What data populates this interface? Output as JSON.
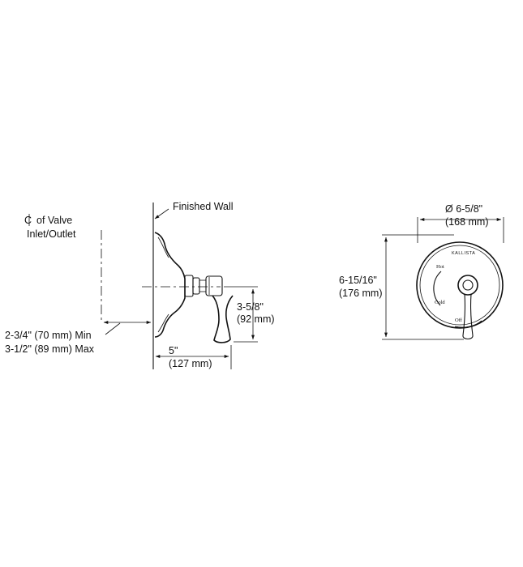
{
  "side_view": {
    "finished_wall": "Finished Wall",
    "cl_symbol": "C",
    "valve_line1": "of Valve",
    "valve_line2": "Inlet/Outlet",
    "setback_min": "2-3/4\" (70 mm) Min",
    "setback_max": "3-1/2\" (89 mm) Max",
    "height_in": "3-5/8\"",
    "height_mm": "(92 mm)",
    "depth_in": "5\"",
    "depth_mm": "(127 mm)"
  },
  "front_view": {
    "diameter_in": "Ø 6-5/8\"",
    "diameter_mm": "(168 mm)",
    "height_in": "6-15/16\"",
    "height_mm": "(176 mm)",
    "brand": "KALLISTA",
    "dial_hot": "Hot",
    "dial_cold": "Cold",
    "dial_off": "Off"
  }
}
